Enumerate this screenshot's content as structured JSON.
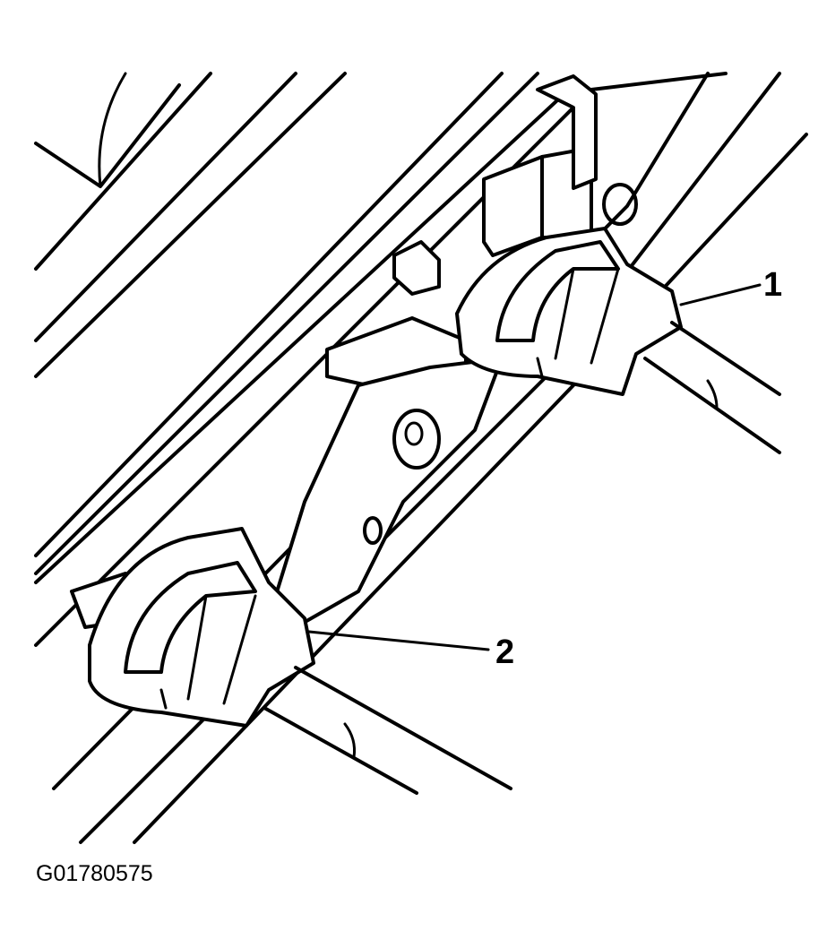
{
  "diagram": {
    "callouts": [
      {
        "label": "1"
      },
      {
        "label": "2"
      }
    ],
    "figure_id": "G01780575",
    "colors": {
      "stroke": "#000000",
      "background": "#ffffff"
    }
  }
}
